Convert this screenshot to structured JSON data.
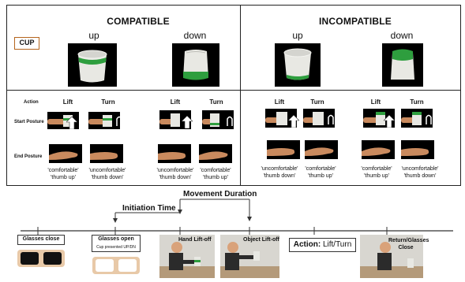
{
  "headers": {
    "compatible": "COMPATIBLE",
    "incompatible": "INCOMPATIBLE"
  },
  "cup_label": "CUP",
  "orientations": {
    "compat_up": "up",
    "compat_down": "down",
    "incompat_up": "up",
    "incompat_down": "down"
  },
  "row_labels": {
    "action": "Action",
    "start_posture": "Start Posture",
    "end_posture": "End Posture"
  },
  "actions": [
    "Lift",
    "Turn",
    "Lift",
    "Turn",
    "Lift",
    "Turn",
    "Lift",
    "Turn"
  ],
  "captions": [
    {
      "line1": "'comfortable'",
      "line2": "'thumb up'"
    },
    {
      "line1": "'uncomfortable'",
      "line2": "'thumb down'"
    },
    {
      "line1": "'uncomfortable'",
      "line2": "'thumb down'"
    },
    {
      "line1": "'comfortable'",
      "line2": "'thumb up'"
    },
    {
      "line1": "'uncomfortable'",
      "line2": "'thumb down'"
    },
    {
      "line1": "'comfortable'",
      "line2": "'thumb up'"
    },
    {
      "line1": "'comfortable'",
      "line2": "'thumb up'"
    },
    {
      "line1": "'uncomfortable'",
      "line2": "'thumb down'"
    }
  ],
  "timeline": {
    "movement_duration": "Movement Duration",
    "initiation_time": "Initiation Time",
    "events": {
      "glasses_close": "Glasses close",
      "glasses_open": "Glasses open",
      "glasses_open_sub": "Cup presented UP/DN",
      "hand_liftoff": "Hand Lift-off",
      "object_liftoff": "Object Lift-off",
      "action_label": "Action:",
      "action_value": "Lift/Turn",
      "return_close": "Return/Glasses Close"
    }
  },
  "colors": {
    "cup_green": "#2e9e3e",
    "cup_white": "#e8e8e3",
    "cup_label_border": "#b5651d",
    "skin": "#c98a5e"
  }
}
